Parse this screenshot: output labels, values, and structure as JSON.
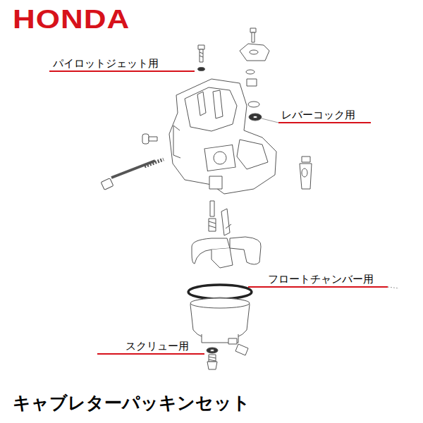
{
  "diagram": {
    "caption": "キャブレターパッキンセット",
    "labels": [
      "HONDA",
      "パイロットジェット用",
      "レバーコック用",
      "フロートチャンバー用",
      "スクリュー用"
    ]
  }
}
